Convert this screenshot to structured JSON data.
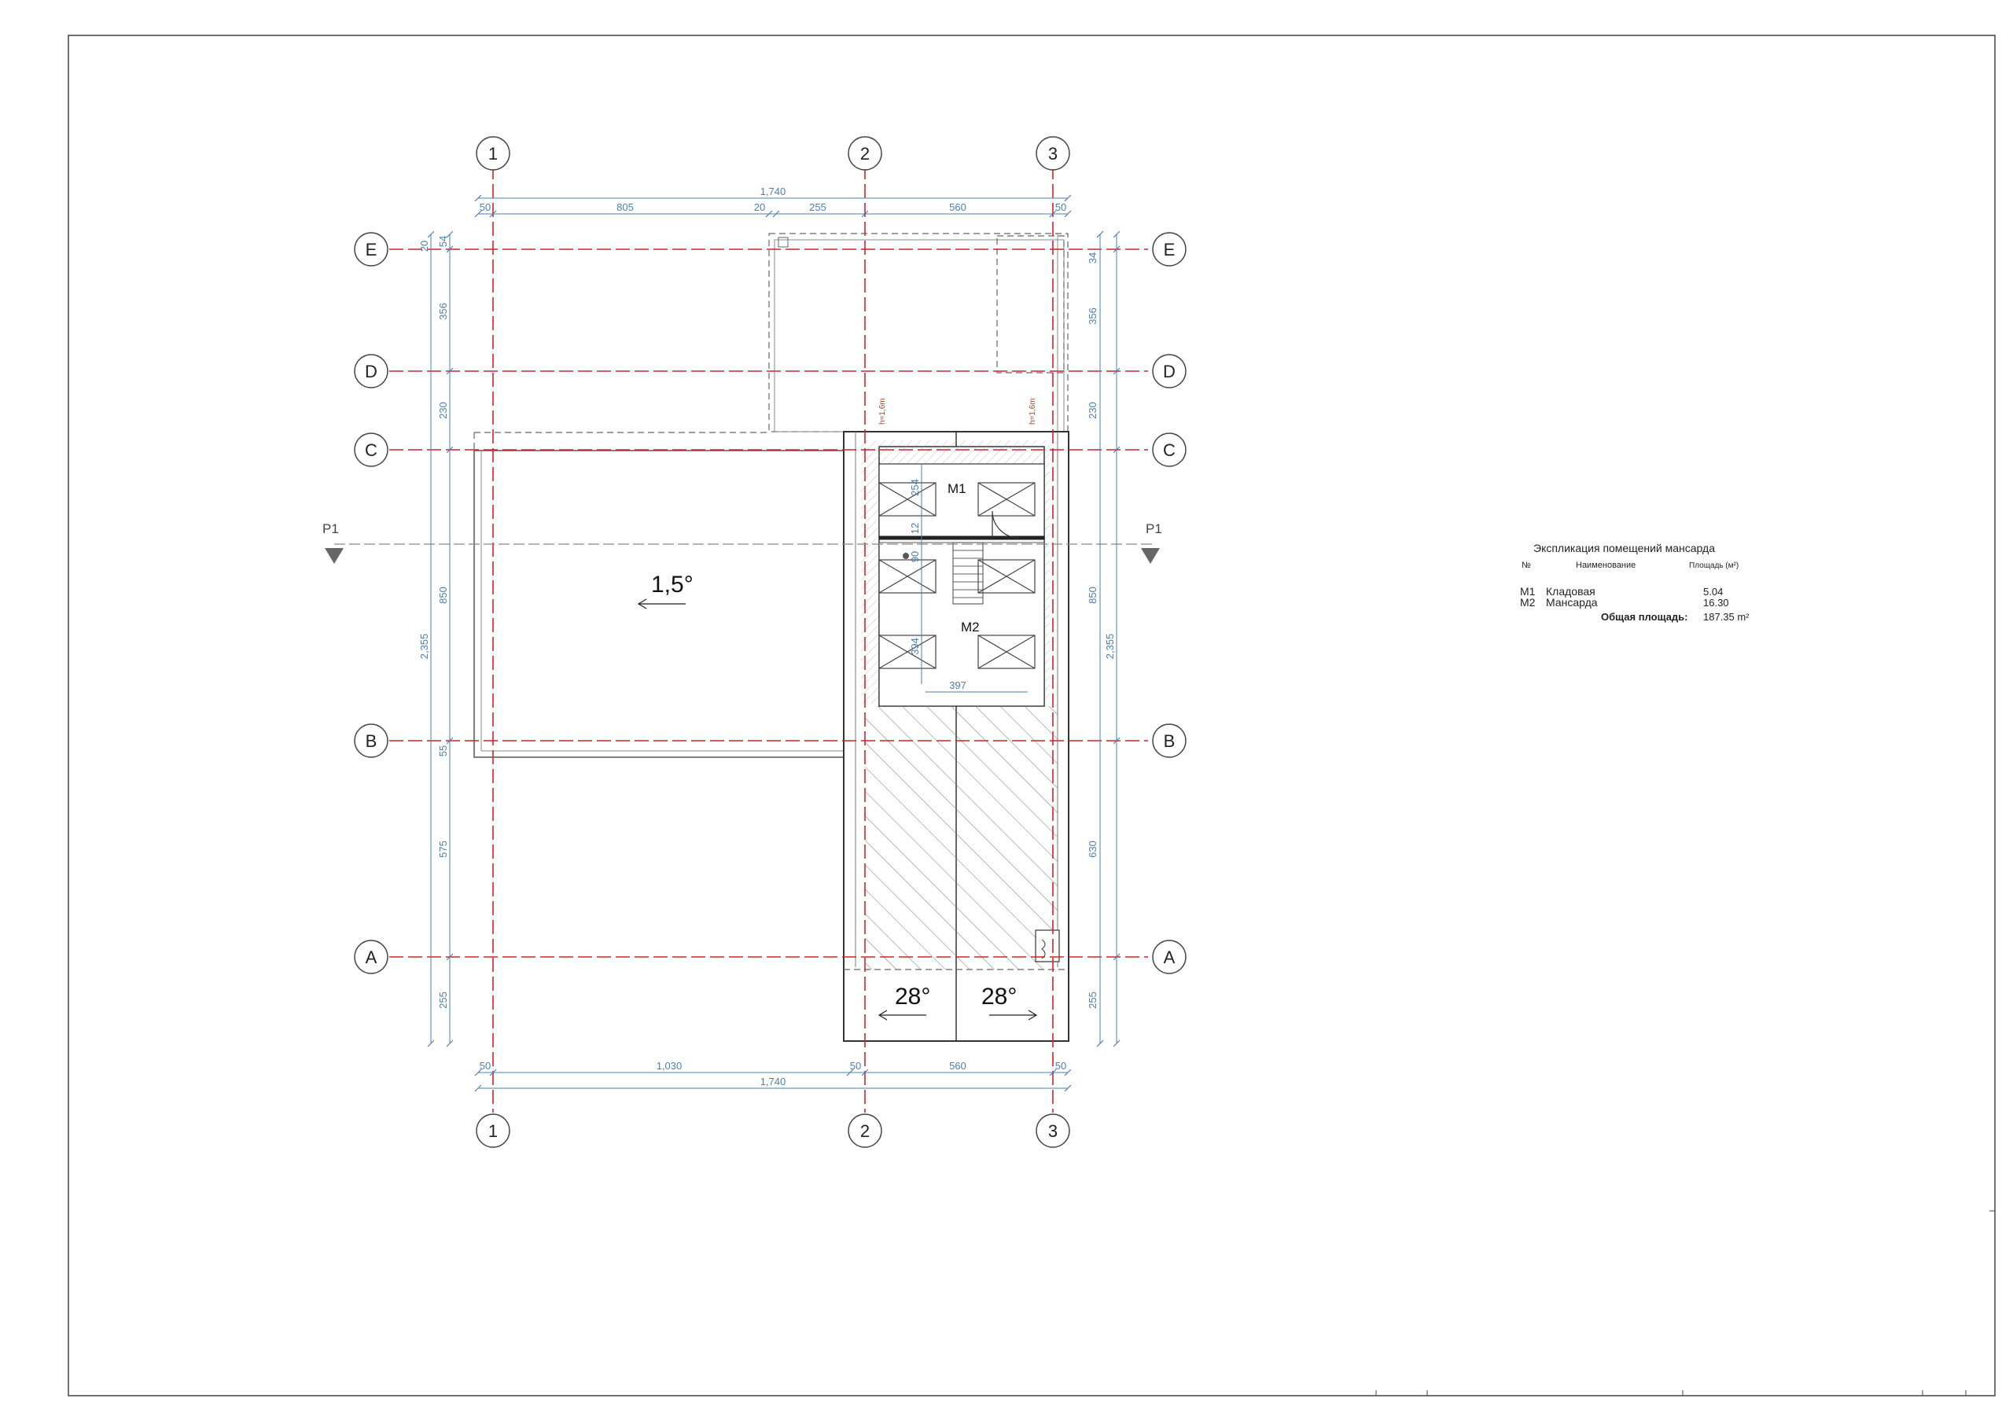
{
  "plan": {
    "axes_vertical": [
      "1",
      "2",
      "3"
    ],
    "axes_horizontal": [
      "E",
      "D",
      "C",
      "B",
      "A"
    ],
    "dims_top_total": "1,740",
    "dims_top": [
      "50",
      "805",
      "20",
      "255",
      "560",
      "50"
    ],
    "dims_bottom": [
      "50",
      "1,030",
      "50",
      "560",
      "50"
    ],
    "dims_bottom_total": "1,740",
    "dims_left": [
      "20",
      "54",
      "356",
      "230",
      "850",
      "55",
      "575",
      "255"
    ],
    "dims_left_total": "2,355",
    "dims_right": [
      "34",
      "356",
      "230",
      "850",
      "630",
      "255"
    ],
    "dims_right_total": "2,355",
    "inner_dims": [
      "254",
      "12",
      "90",
      "394",
      "397"
    ],
    "height_marks": [
      "h=1,6m",
      "h=1,6m"
    ],
    "cut_label": "P1",
    "roof_slope_flat": "1,5°",
    "roof_slope_left": "28°",
    "roof_slope_right": "28°",
    "rooms": [
      "M1",
      "M2"
    ]
  },
  "explication": {
    "title": "Экспликация помещений мансарда",
    "col_num": "№",
    "col_name": "Наименование",
    "col_area": "Площадь (м²)",
    "rows": [
      {
        "num": "M1",
        "name": "Кладовая",
        "area": "5.04"
      },
      {
        "num": "M2",
        "name": "Мансарда",
        "area": "16.30"
      }
    ],
    "total_label": "Общая площадь:",
    "total_value": "187.35 m²"
  }
}
